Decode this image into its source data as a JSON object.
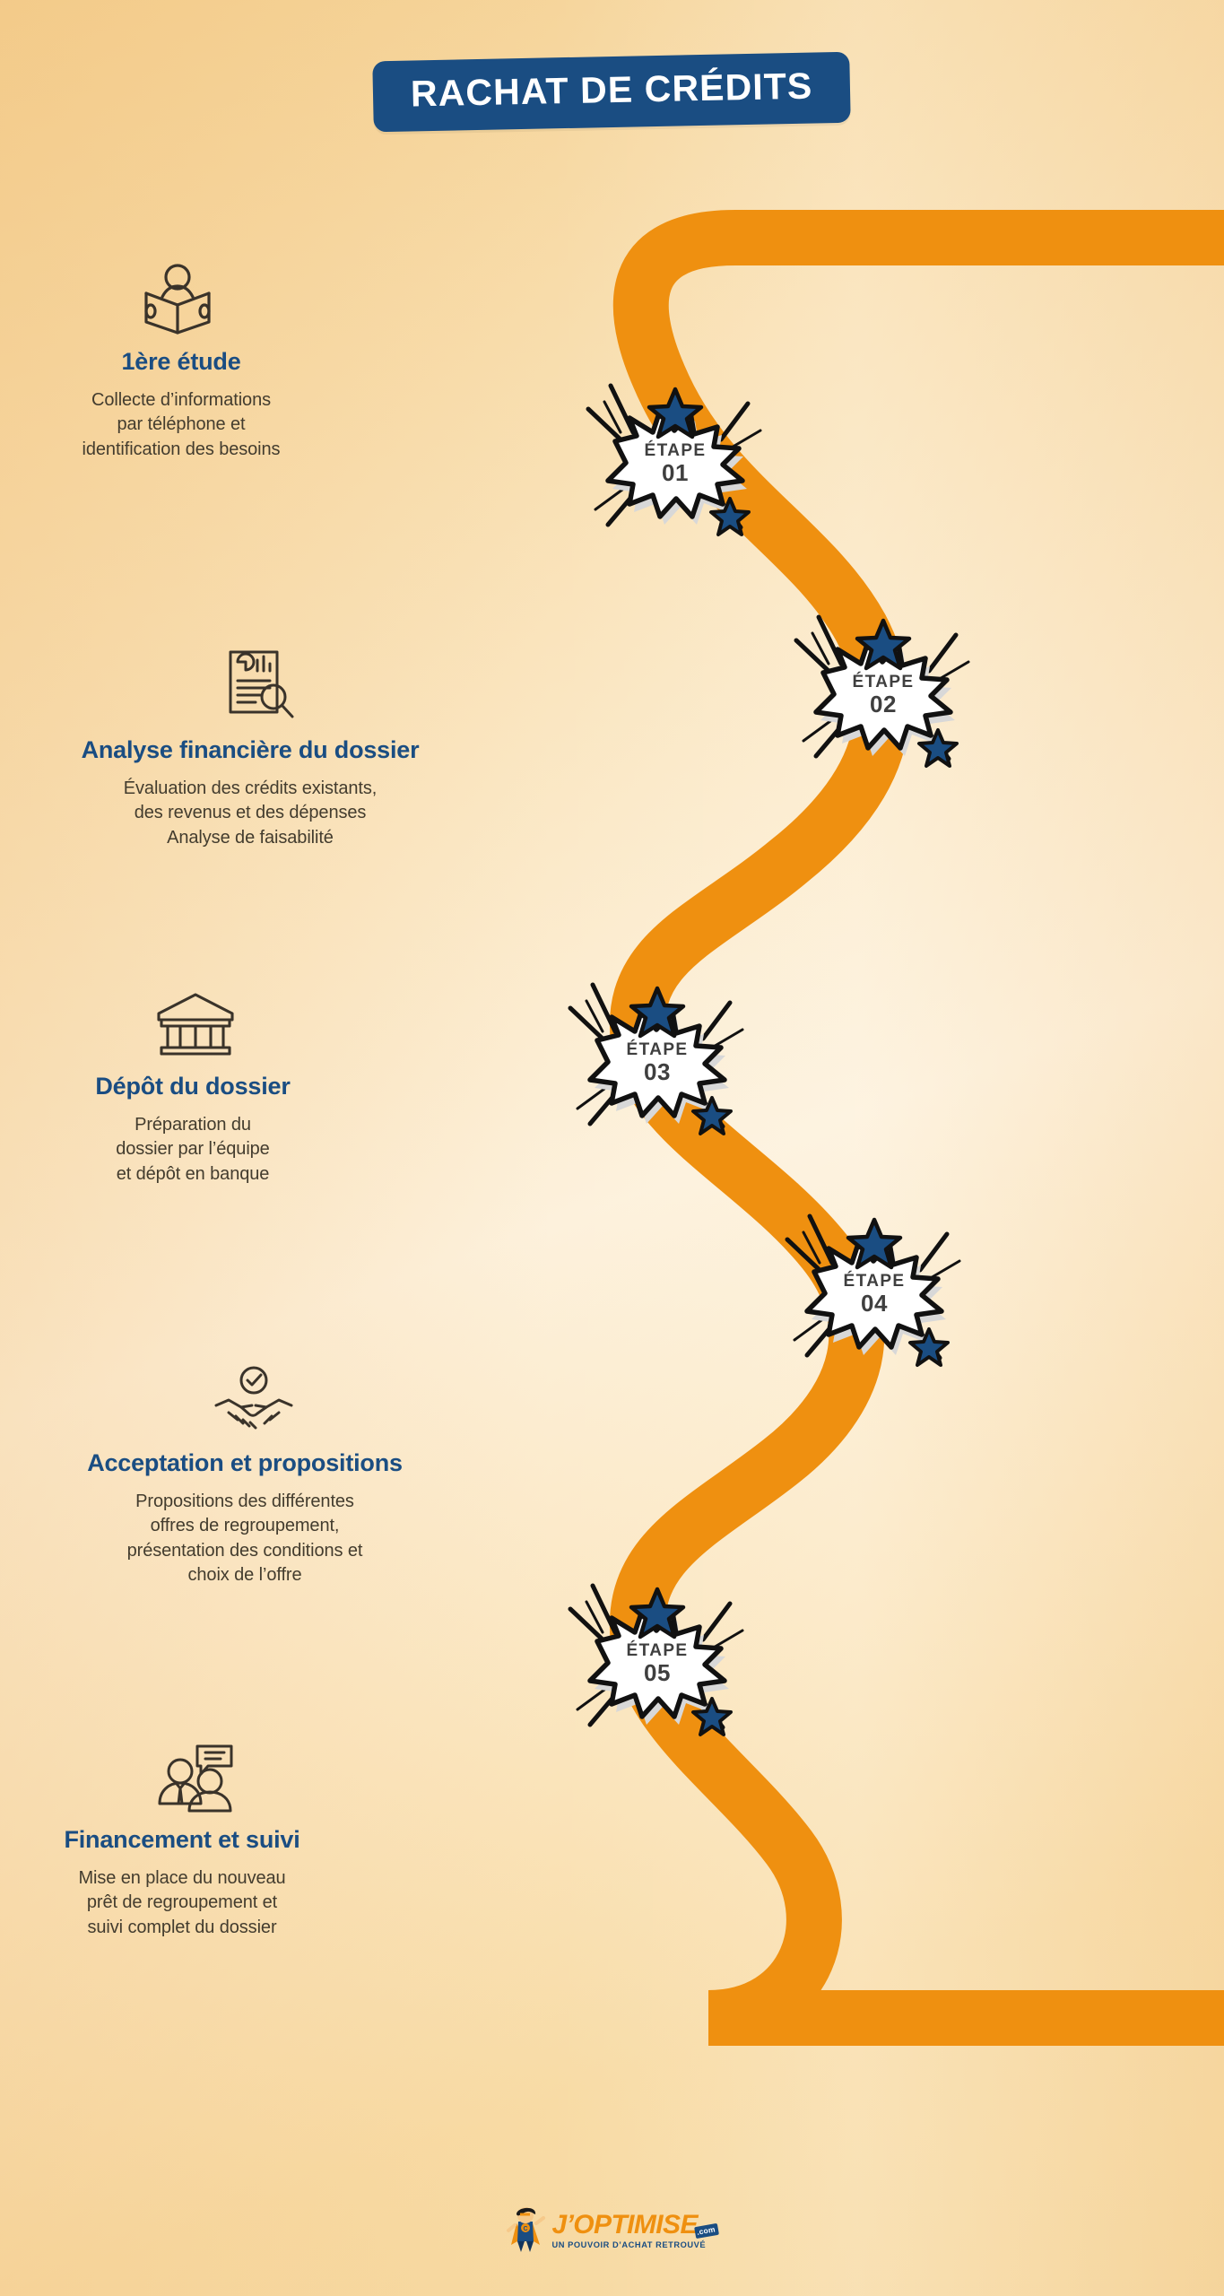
{
  "header": {
    "title": "RACHAT DE CRÉDITS",
    "banner_color": "#1a4d82",
    "title_color": "#ffffff"
  },
  "theme": {
    "accent_orange": "#ef9010",
    "accent_blue": "#1a4d82",
    "body_text": "#433c2e",
    "background_start": "#f4d091",
    "background_mid": "#fdf1dc",
    "badge_text": "#3f3f3f"
  },
  "steps": [
    {
      "badge_label": "ÉTAPE",
      "badge_number": "01",
      "icon": "person-reading-book-icon",
      "title": "1ère étude",
      "description": "Collecte d’informations\npar téléphone et\nidentification des besoins"
    },
    {
      "badge_label": "ÉTAPE",
      "badge_number": "02",
      "icon": "financial-report-magnifier-icon",
      "title": "Analyse financière du dossier",
      "description": "Évaluation des crédits existants,\ndes revenus et des dépenses\nAnalyse de faisabilité"
    },
    {
      "badge_label": "ÉTAPE",
      "badge_number": "03",
      "icon": "bank-building-icon",
      "title": "Dépôt du dossier",
      "description": "Préparation du\ndossier par l’équipe\net dépôt en banque"
    },
    {
      "badge_label": "ÉTAPE",
      "badge_number": "04",
      "icon": "handshake-check-icon",
      "title": "Acceptation et propositions",
      "description": "Propositions des différentes\noffres de regroupement,\nprésentation des conditions et\nchoix de l’offre"
    },
    {
      "badge_label": "ÉTAPE",
      "badge_number": "05",
      "icon": "two-people-speech-bubble-icon",
      "title": "Financement et suivi",
      "description": "Mise en place du nouveau\nprêt de regroupement et\nsuivi complet du dossier"
    }
  ],
  "footer": {
    "logo_name": "J’OPTIMISE",
    "logo_domain": ".com",
    "logo_tagline": "UN POUVOIR D’ACHAT RETROUVÉ",
    "mascot": "superhero-mascot-icon"
  }
}
